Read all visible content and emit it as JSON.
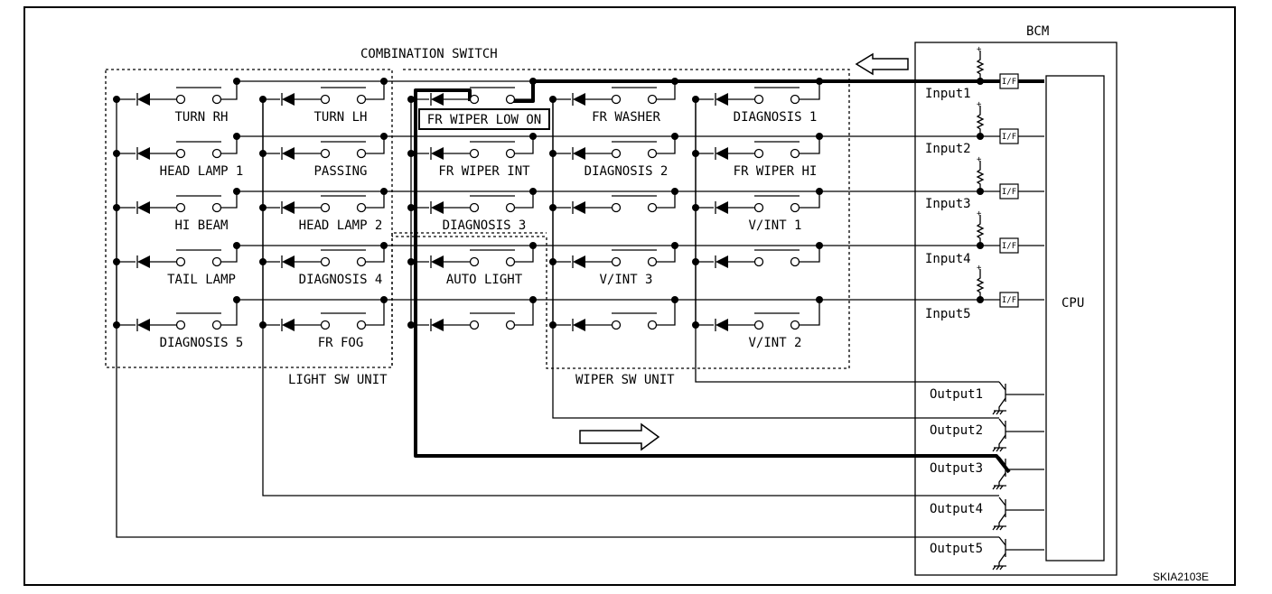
{
  "title": "COMBINATION SWITCH",
  "bcm_label": "BCM",
  "cpu_label": "CPU",
  "light_unit_label": "LIGHT SW UNIT",
  "wiper_unit_label": "WIPER SW UNIT",
  "if_label": "I/F",
  "code": "SKIA2103E",
  "inputs": [
    "Input1",
    "Input2",
    "Input3",
    "Input4",
    "Input5"
  ],
  "outputs": [
    "Output1",
    "Output2",
    "Output3",
    "Output4",
    "Output5"
  ],
  "active_switch": "FR WIPER LOW ON",
  "switch_labels": [
    [
      "TURN RH",
      "TURN LH",
      "FR WIPER LOW ON",
      "FR WASHER",
      "DIAGNOSIS 1"
    ],
    [
      "HEAD LAMP 1",
      "PASSING",
      "FR WIPER INT",
      "DIAGNOSIS 2",
      "FR WIPER HI"
    ],
    [
      "HI BEAM",
      "HEAD LAMP 2",
      "DIAGNOSIS 3",
      "",
      "V/INT 1"
    ],
    [
      "TAIL LAMP",
      "DIAGNOSIS 4",
      "AUTO LIGHT",
      "V/INT 3",
      ""
    ],
    [
      "DIAGNOSIS 5",
      "FR FOG",
      "",
      "",
      "V/INT 2"
    ]
  ]
}
